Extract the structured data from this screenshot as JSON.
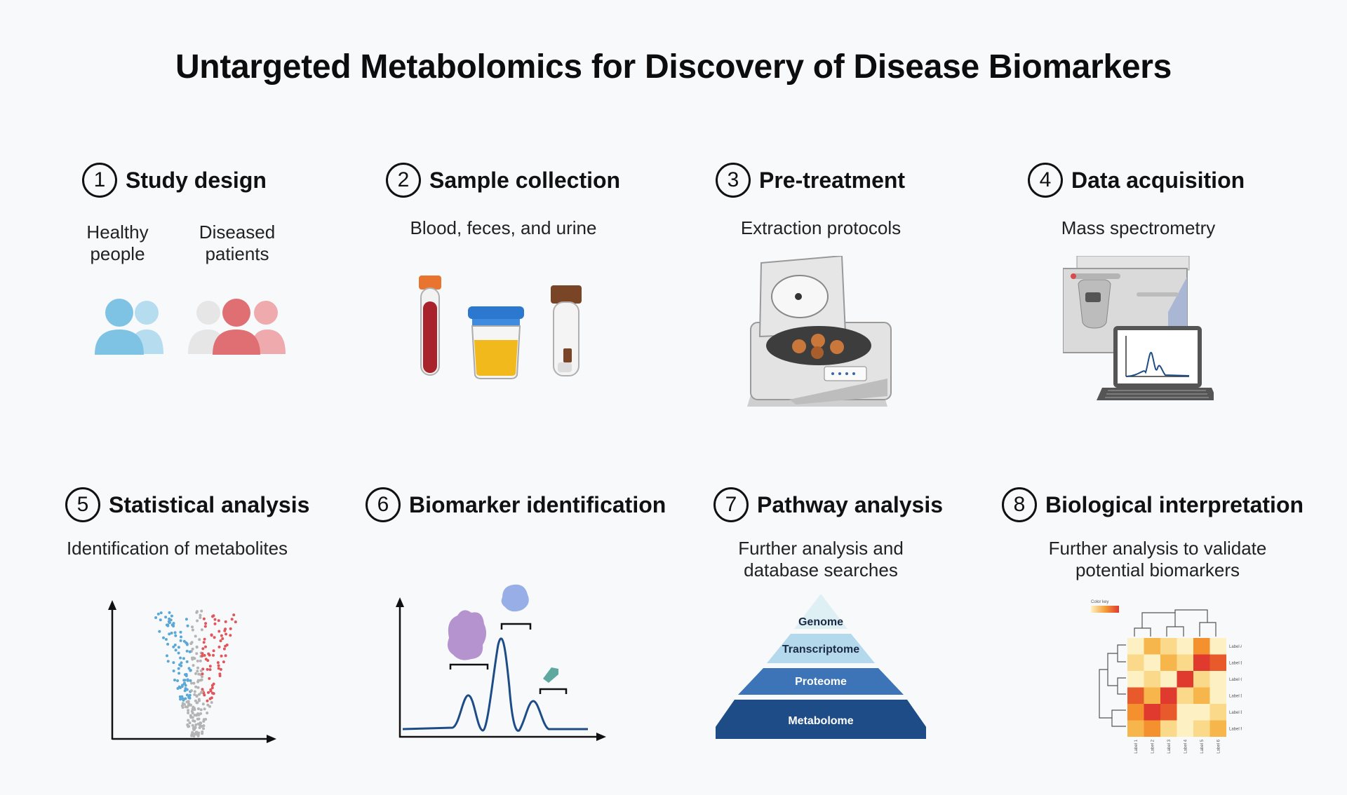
{
  "title": "Untargeted Metabolomics for Discovery of Disease Biomarkers",
  "steps": [
    {
      "number": "1",
      "heading": "Study design",
      "sub_left": "Healthy people",
      "sub_right": "Diseased patients"
    },
    {
      "number": "2",
      "heading": "Sample collection",
      "subtitle": "Blood, feces, and urine"
    },
    {
      "number": "3",
      "heading": "Pre-treatment",
      "subtitle": "Extraction protocols"
    },
    {
      "number": "4",
      "heading": "Data acquisition",
      "subtitle": "Mass spectrometry"
    },
    {
      "number": "5",
      "heading": "Statistical analysis",
      "subtitle": "Identification of metabolites"
    },
    {
      "number": "6",
      "heading": "Biomarker identification",
      "subtitle": ""
    },
    {
      "number": "7",
      "heading": "Pathway analysis",
      "subtitle": "Further analysis and database searches"
    },
    {
      "number": "8",
      "heading": "Biological interpretation",
      "subtitle": "Further analysis to validate potential biomarkers"
    }
  ],
  "pyramid": [
    "Genome",
    "Transcriptome",
    "Proteome",
    "Metabolome"
  ],
  "heatmap": {
    "color_key": "Color key",
    "row_labels": [
      "Label A",
      "Label B",
      "Label C",
      "Label D",
      "Label E",
      "Label F"
    ],
    "col_labels": [
      "Label 1",
      "Label 2",
      "Label 3",
      "Label 4",
      "Label 5",
      "Label 6"
    ]
  },
  "colors": {
    "healthy": "#7fc3e4",
    "diseased": "#e06f73",
    "navy": "#1e4c86",
    "volcano_blue": "#5ba8d6",
    "volcano_red": "#e0575b",
    "volcano_gray": "#b4b4b4"
  }
}
